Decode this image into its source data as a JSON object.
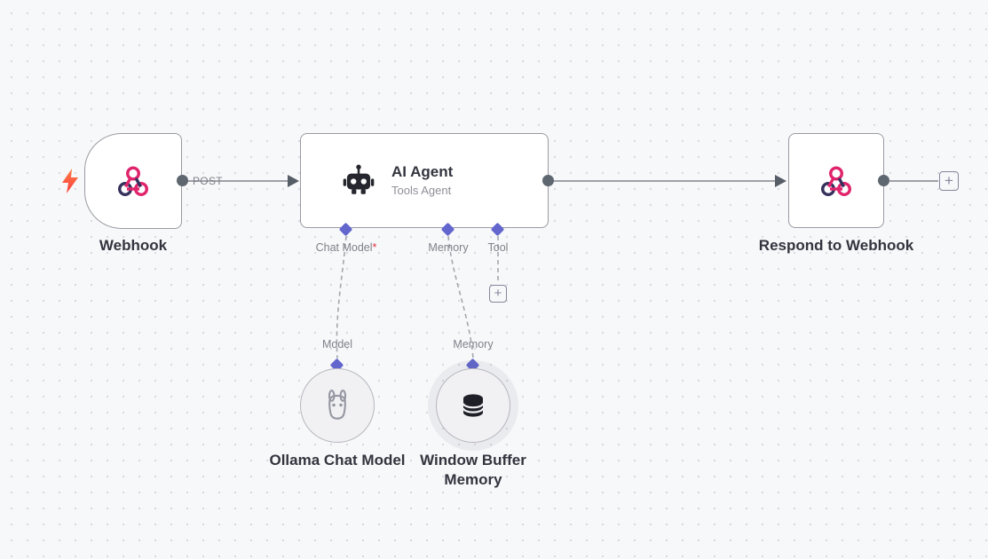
{
  "canvas": {
    "background": "#f7f8f9",
    "dot_color": "#d9dadf"
  },
  "colors": {
    "node_border": "#9a9aa2",
    "port_diamond": "#6266cd",
    "edge_gray": "#a0a1a8",
    "endpoint_dark": "#5e6670",
    "webhook_pink": "#e0246c",
    "webhook_navy": "#35315c",
    "bolt_red": "#fb5041",
    "required_red": "#e0353f",
    "label_dark": "#33343e",
    "label_muted": "#80808a"
  },
  "nodes": {
    "webhook": {
      "label": "Webhook",
      "icon": "webhook-icon"
    },
    "ai_agent": {
      "title": "AI Agent",
      "subtitle": "Tools Agent",
      "icon": "robot-icon"
    },
    "respond_to_webhook": {
      "label": "Respond to Webhook",
      "icon": "webhook-icon"
    },
    "ollama_chat_model": {
      "label": "Ollama Chat Model",
      "icon": "llama-icon"
    },
    "window_buffer_memory": {
      "label": "Window Buffer Memory",
      "icon": "database-icon"
    }
  },
  "ports": {
    "chat_model": {
      "label": "Chat Model",
      "required": "*"
    },
    "memory": {
      "label": "Memory"
    },
    "tool": {
      "label": "Tool"
    },
    "model_input": {
      "label": "Model"
    },
    "memory_input": {
      "label": "Memory"
    }
  },
  "edges": {
    "post_label": "POST"
  },
  "buttons": {
    "add_tool": "+",
    "add_next": "+"
  }
}
